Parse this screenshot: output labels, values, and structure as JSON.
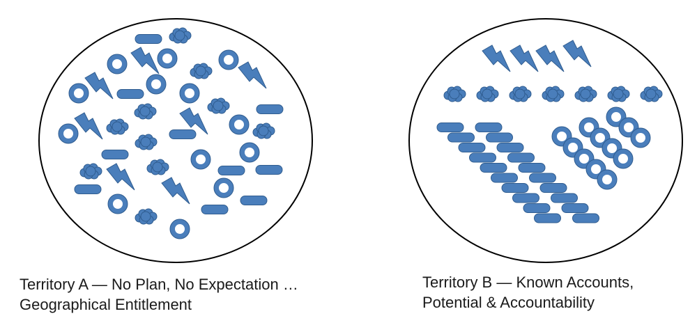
{
  "territory_a": {
    "line1": "Territory A — No Plan, No Expectation …",
    "line2": "Geographical Entitlement"
  },
  "territory_b": {
    "line1": "Territory B — Known Accounts,",
    "line2": "Potential & Accountability"
  },
  "colors": {
    "shape_fill": "#4a7ebb",
    "shape_stroke": "#2f5c8f",
    "circle_stroke": "#000000"
  },
  "icons": [
    "ring-icon",
    "pill-icon",
    "cloud-icon",
    "lightning-icon"
  ]
}
